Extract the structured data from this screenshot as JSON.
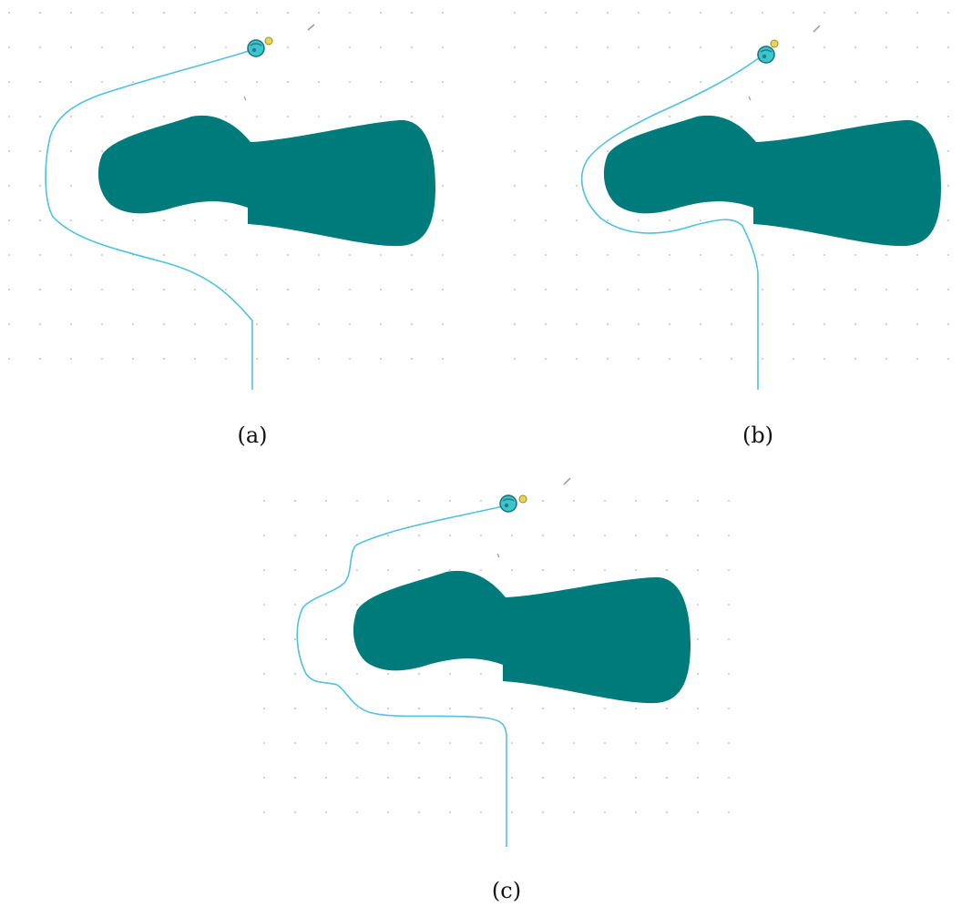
{
  "figure": {
    "panels": [
      {
        "id": "a",
        "caption": "(a)"
      },
      {
        "id": "b",
        "caption": "(b)"
      },
      {
        "id": "c",
        "caption": "(c)"
      }
    ]
  },
  "colors": {
    "obstacle": "#007b7b",
    "path": "#4ec2de",
    "grid_dot": "#b5b5b5",
    "robot_body": "#39c6cf",
    "robot_marker": "#e8d55a"
  },
  "icons": {
    "robot": "robot-icon",
    "marker": "target-marker-icon"
  }
}
